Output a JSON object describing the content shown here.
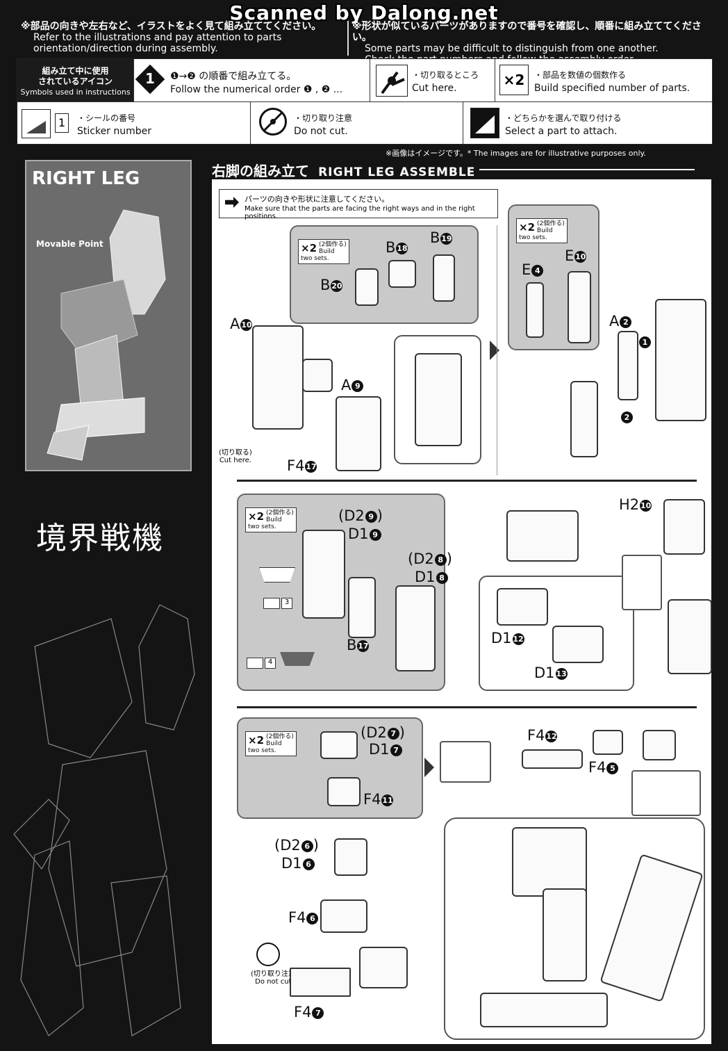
{
  "watermark": "Scanned by Dalong.net",
  "top_notes": {
    "left_jp": "※部品の向きや左右など、イラストをよく見て組み立ててください。",
    "left_en1": "Refer to the illustrations and pay attention to parts",
    "left_en2": "orientation/direction during assembly.",
    "right_jp": "※形状が似ているパーツがありますので番号を確認し、順番に組み立ててください。",
    "right_en1": "Some parts may be difficult to distinguish from one another.",
    "right_en2": "Check the part numbers and follow the assembly order."
  },
  "legend": {
    "header_jp1": "組み立て中に使用",
    "header_jp2": "されているアイコン",
    "header_en": "Symbols used in instructions",
    "order_num": "1",
    "order_jp": "❶→❷ の順番で組み立てる。",
    "order_en": "Follow the numerical order ❶ , ❷ ...",
    "cut_jp": "・切り取るところ",
    "cut_en": "Cut here.",
    "x2_symbol": "×2",
    "build_jp": "・部品を数値の個数作る",
    "build_en": "Build specified number of parts.",
    "sticker_num": "1",
    "sticker_jp": "・シールの番号",
    "sticker_en": "Sticker number",
    "nocut_jp": "・切り取り注意",
    "nocut_en": "Do not cut.",
    "select_jp": "・どちらかを選んで取り付ける",
    "select_en": "Select a part to attach."
  },
  "disclaimer": "※画像はイメージです。* The images are for illustrative purposes only.",
  "sidebar": {
    "title": "RIGHT LEG",
    "movable": "Movable Point",
    "logo": "境界戦機"
  },
  "section_title_jp": "右脚の組み立て",
  "section_title_en": "RIGHT LEG ASSEMBLE",
  "caution": {
    "jp": "パーツの向きや形状に注意してください。",
    "en": "Make sure that the parts are facing the right ways and in the right positions."
  },
  "build_two": {
    "x2": "×2",
    "jp": "(2個作る)",
    "en": "Build two sets."
  },
  "cut_here": {
    "jp": "(切り取る)",
    "en": "Cut here."
  },
  "no_cut": {
    "jp": "(切り取り注意)",
    "en": "Do not cut."
  },
  "step1": {
    "b18": "B",
    "b18n": "18",
    "b19": "B",
    "b19n": "19",
    "b20": "B",
    "b20n": "20",
    "a10": "A",
    "a10n": "10",
    "a9": "A",
    "a9n": "9",
    "f17": "F4",
    "f17n": "17",
    "e4": "E",
    "e4n": "4",
    "e10": "E",
    "e10n": "10",
    "a2": "A",
    "a2n": "2",
    "o1": "1",
    "o2": "2"
  },
  "step2": {
    "d29": "(D2",
    "d29n": "9",
    "d19": "D1",
    "d19n": "9",
    "d28": "(D2",
    "d28n": "8",
    "d18": "D1",
    "d18n": "8",
    "b17": "B",
    "b17n": "17",
    "s3": "3",
    "s4": "4",
    "h210": "H2",
    "h210n": "10",
    "d112": "D1",
    "d112n": "12",
    "d113": "D1",
    "d113n": "13"
  },
  "step3": {
    "d27": "(D2",
    "d27n": "7",
    "d17": "D1",
    "d17n": "7",
    "f411": "F4",
    "f411n": "11",
    "f412": "F4",
    "f412n": "12",
    "f45": "F4",
    "f45n": "5",
    "d26": "(D2",
    "d26n": "6",
    "d16": "D1",
    "d16n": "6",
    "f46": "F4",
    "f46n": "6",
    "f47": "F4",
    "f47n": "7"
  }
}
